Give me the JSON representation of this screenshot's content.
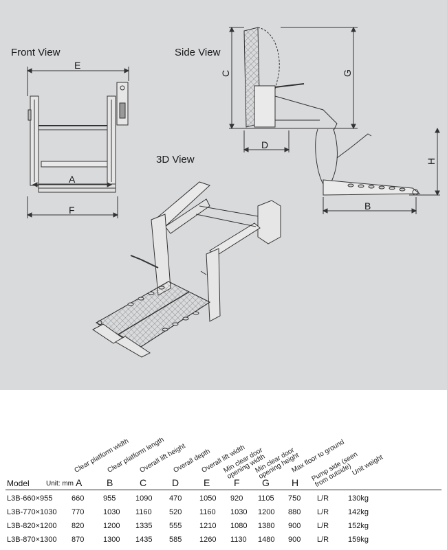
{
  "views": {
    "front": "Front View",
    "side": "Side View",
    "three_d": "3D View"
  },
  "dimension_letters": {
    "front_top": "E",
    "front_inner": "A",
    "front_bottom": "F",
    "side_c": "C",
    "side_g": "G",
    "side_d": "D",
    "side_h": "H",
    "side_b": "B"
  },
  "table": {
    "model_label": "Model",
    "unit_label": "Unit: mm",
    "columns": [
      {
        "header": "Clear platform width",
        "letter": "A"
      },
      {
        "header": "Clear platform length",
        "letter": "B"
      },
      {
        "header": "Overall lift height",
        "letter": "C"
      },
      {
        "header": "Overall depth",
        "letter": "D"
      },
      {
        "header": "Overall lift width",
        "letter": "E"
      },
      {
        "header": "Min clear door opening width",
        "letter": "F"
      },
      {
        "header": "Min clear door opening height",
        "letter": "G"
      },
      {
        "header": "Max floor to ground",
        "letter": "H"
      },
      {
        "header": "Pump side (seen from outside)",
        "letter": ""
      },
      {
        "header": "Unit weight",
        "letter": ""
      }
    ],
    "rows": [
      {
        "model": "L3B-660×955",
        "cells": [
          "660",
          "955",
          "1090",
          "470",
          "1050",
          "920",
          "1105",
          "750",
          "L/R",
          "130kg"
        ]
      },
      {
        "model": "L3B-770×1030",
        "cells": [
          "770",
          "1030",
          "1160",
          "520",
          "1160",
          "1030",
          "1200",
          "880",
          "L/R",
          "142kg"
        ]
      },
      {
        "model": "L3B-820×1200",
        "cells": [
          "820",
          "1200",
          "1335",
          "555",
          "1210",
          "1080",
          "1380",
          "900",
          "L/R",
          "152kg"
        ]
      },
      {
        "model": "L3B-870×1300",
        "cells": [
          "870",
          "1300",
          "1435",
          "585",
          "1260",
          "1130",
          "1480",
          "900",
          "L/R",
          "159kg"
        ]
      }
    ]
  }
}
